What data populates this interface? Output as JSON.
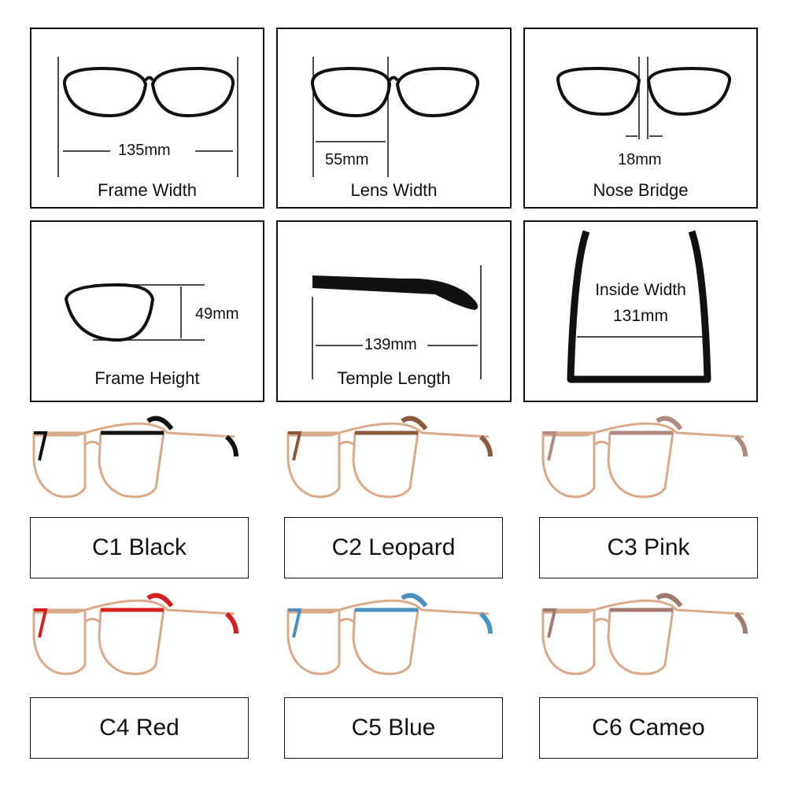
{
  "measurements": [
    {
      "caption": "Frame Width",
      "value": "135mm"
    },
    {
      "caption": "Lens Width",
      "value": "55mm"
    },
    {
      "caption": "Nose Bridge",
      "value": "18mm"
    },
    {
      "caption": "Frame Height",
      "value": "49mm"
    },
    {
      "caption": "Temple Length",
      "value": "139mm"
    },
    {
      "caption": "Inside Width",
      "value": "131mm"
    }
  ],
  "colors": [
    {
      "label": "C1 Black",
      "accent": "#111111"
    },
    {
      "label": "C2 Leopard",
      "accent": "#8a5a3c"
    },
    {
      "label": "C3 Pink",
      "accent": "#b08a80"
    },
    {
      "label": "C4 Red",
      "accent": "#d42020"
    },
    {
      "label": "C5 Blue",
      "accent": "#4a90c0"
    },
    {
      "label": "C6 Cameo",
      "accent": "#a07a70"
    }
  ]
}
